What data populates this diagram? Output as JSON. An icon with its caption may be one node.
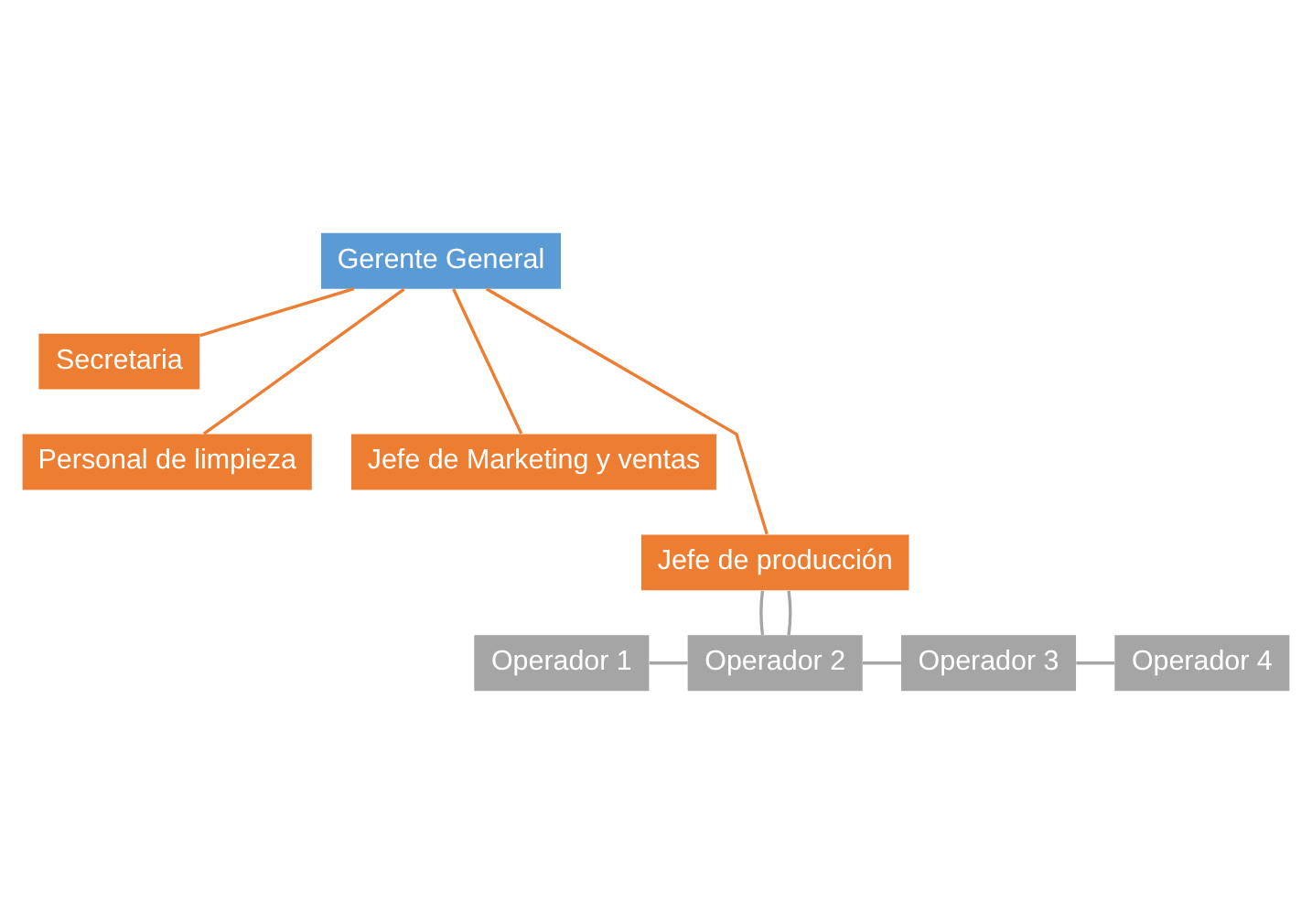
{
  "diagram": {
    "nodes": [
      {
        "text": [
          "Gerente General"
        ]
      },
      {
        "text": [
          "Secretaria"
        ]
      },
      {
        "text": [
          "Personal de limpieza"
        ]
      },
      {
        "text": [
          "Jefe de Marketing y ventas"
        ]
      },
      {
        "text": [
          "Jefe de producción"
        ]
      },
      {
        "text": [
          "Operador 1"
        ]
      },
      {
        "text": [
          "Operador 2"
        ]
      },
      {
        "text": [
          "Operador 3"
        ]
      },
      {
        "text": [
          "Operador 4"
        ]
      }
    ],
    "edges": [
      {
        "from": 0,
        "to": 1,
        "arrow": "none",
        "color": "#ed7d31"
      },
      {
        "from": 0,
        "to": 2,
        "arrow": "none",
        "color": "#ed7d31"
      },
      {
        "from": 0,
        "to": 3,
        "arrow": "none",
        "color": "#ed7d31"
      },
      {
        "from": 0,
        "to": 4,
        "arrow": "none",
        "color": "#ed7d31"
      },
      {
        "from": 4,
        "to": 6,
        "arrow": "none"
      },
      {
        "from": 4,
        "to": 6,
        "arrow": "none"
      },
      {
        "from": 5,
        "to": 6,
        "arrow": "none"
      },
      {
        "from": 6,
        "to": 7,
        "arrow": "none"
      },
      {
        "from": 7,
        "to": 8,
        "arrow": "none"
      }
    ]
  }
}
